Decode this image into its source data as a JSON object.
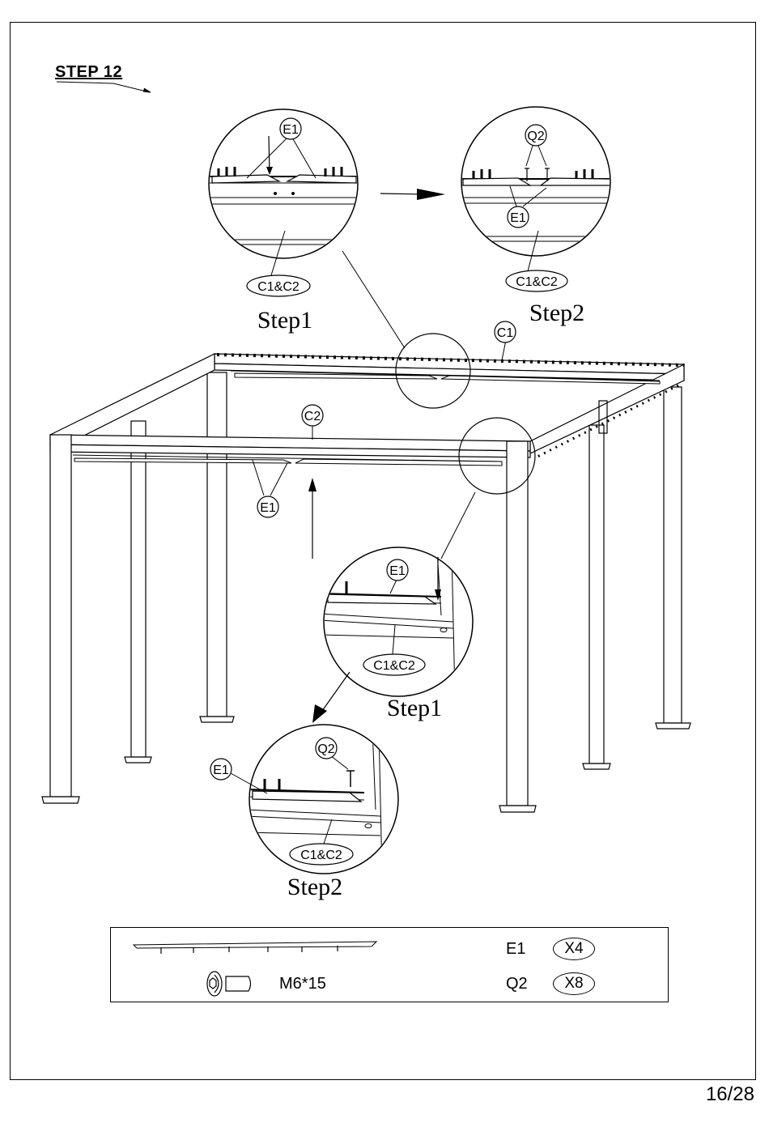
{
  "step": {
    "title": "STEP 12"
  },
  "callouts": {
    "top_left": {
      "part": "E1",
      "beam": "C1&C2",
      "caption": "Step1"
    },
    "top_right": {
      "screw": "Q2",
      "part": "E1",
      "beam": "C1&C2",
      "caption": "Step2"
    },
    "lower_mid": {
      "part": "E1",
      "beam": "C1&C2",
      "caption": "Step1"
    },
    "lower_left": {
      "part": "E1",
      "screw": "Q2",
      "beam": "C1&C2",
      "caption": "Step2"
    }
  },
  "frame_labels": {
    "back_beam": "C1",
    "front_beam": "C2",
    "gutter": "E1"
  },
  "parts": [
    {
      "name": "",
      "code": "E1",
      "qty": "X4"
    },
    {
      "name": "M6*15",
      "code": "Q2",
      "qty": "X8"
    }
  ],
  "page": "16/28"
}
